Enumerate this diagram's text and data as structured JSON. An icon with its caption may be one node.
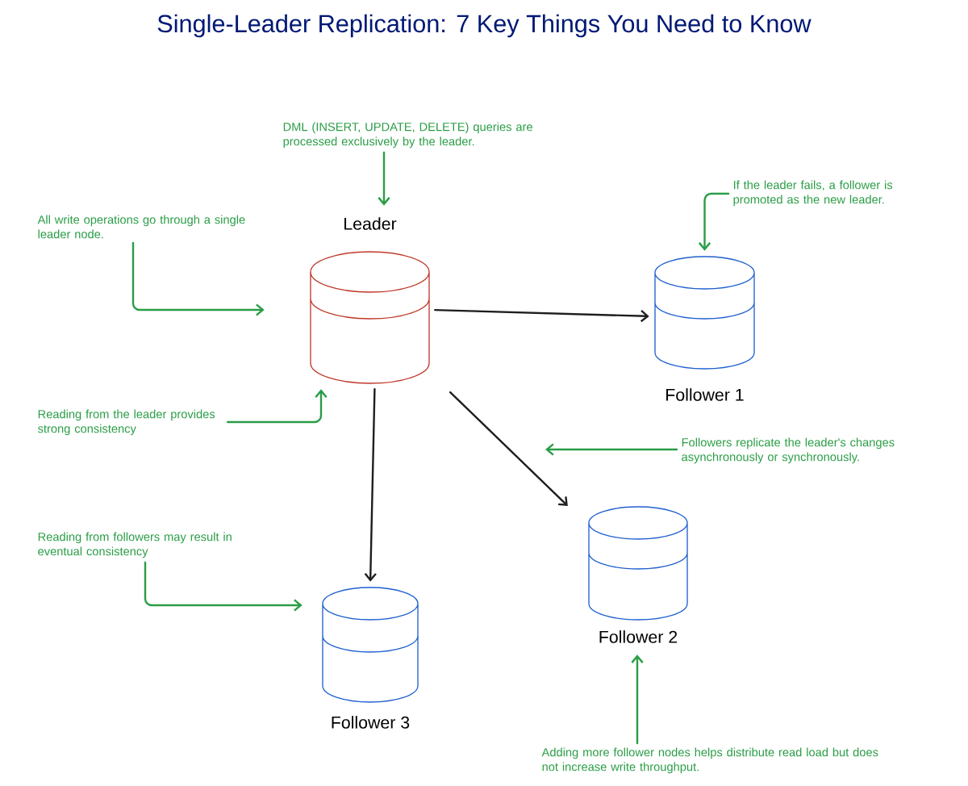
{
  "diagram": {
    "title": "Single-Leader Replication: 7 Key Things You Need to Know",
    "nodes": [
      {
        "text": [
          "Leader"
        ]
      },
      {
        "text": [
          "Follower 1"
        ]
      },
      {
        "text": [
          "Follower 2"
        ]
      },
      {
        "text": [
          "Follower 3"
        ]
      },
      {
        "text": [
          "DML (INSERT, UPDATE, DELETE) queries are processed exclusively by the leader."
        ]
      },
      {
        "text": [
          "All write operations go through a single leader node."
        ]
      },
      {
        "text": [
          "Reading from the leader provides strong consistency"
        ]
      },
      {
        "text": [
          "If the leader fails, a follower is promoted as the new leader."
        ]
      },
      {
        "text": [
          "Followers replicate the leader's changes asynchronously or synchronously."
        ]
      },
      {
        "text": [
          "Reading from followers may result in eventual consistency"
        ]
      },
      {
        "text": [
          "Adding more follower nodes helps distribute read load but does not increase write throughput."
        ]
      }
    ],
    "edges": [
      {
        "from": 0,
        "to": 1,
        "arrow": "to",
        "color": "#1e1e1e"
      },
      {
        "from": 0,
        "to": 2,
        "arrow": "to",
        "color": "#1e1e1e"
      },
      {
        "from": 0,
        "to": 3,
        "arrow": "to",
        "color": "#1e1e1e"
      },
      {
        "from": 4,
        "to": 0,
        "arrow": "to"
      },
      {
        "from": 5,
        "to": 0,
        "arrow": "to"
      },
      {
        "from": 6,
        "to": 0,
        "arrow": "to"
      },
      {
        "from": 7,
        "to": 1,
        "arrow": "to"
      },
      {
        "from": 8,
        "to": null,
        "arrow": "to"
      },
      {
        "from": 9,
        "to": 3,
        "arrow": "to"
      },
      {
        "from": 10,
        "to": 2,
        "arrow": "to"
      }
    ]
  }
}
